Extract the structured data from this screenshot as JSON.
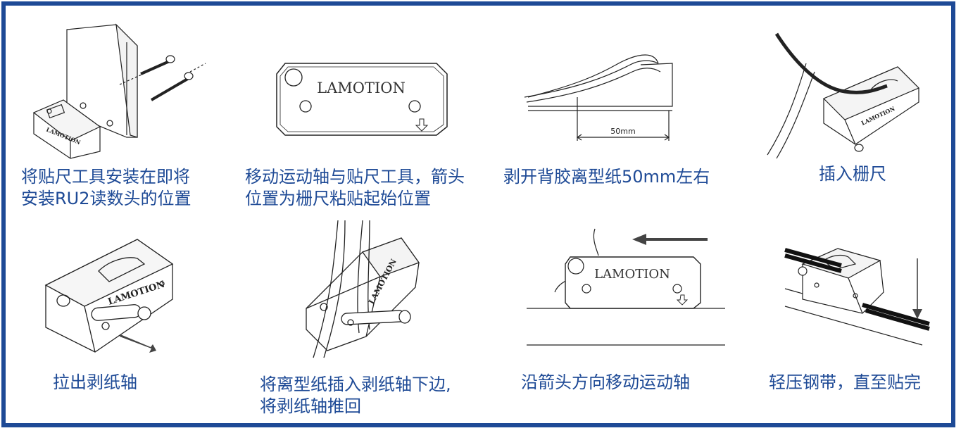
{
  "brand": "LAMOTION",
  "dimension_label": "50mm",
  "accent_color": "#1e4a96",
  "steps": [
    {
      "caption_lines": [
        "将贴尺工具安装在即将",
        "安装RU2读数头的位置"
      ]
    },
    {
      "caption_lines": [
        "移动运动轴与贴尺工具，箭头",
        "位置为栅尺粘贴起始位置"
      ]
    },
    {
      "caption_lines": [
        "剥开背胶离型纸50mm左右"
      ]
    },
    {
      "caption_lines": [
        "插入栅尺"
      ]
    },
    {
      "caption_lines": [
        "拉出剥纸轴"
      ]
    },
    {
      "caption_lines": [
        "将离型纸插入剥纸轴下边,",
        "将剥纸轴推回"
      ]
    },
    {
      "caption_lines": [
        "沿箭头方向移动运动轴"
      ]
    },
    {
      "caption_lines": [
        "轻压钢带，直至贴完"
      ]
    }
  ]
}
